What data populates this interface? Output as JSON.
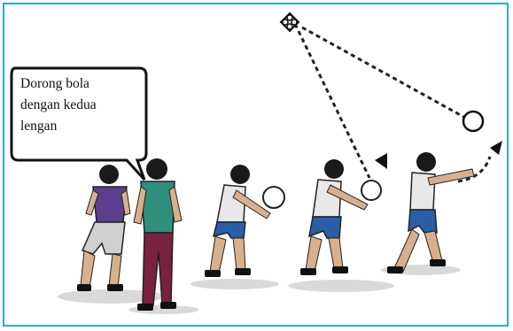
{
  "callout": {
    "lines": [
      "Dorong bola",
      "dengan kedua",
      "lengan"
    ]
  },
  "colors": {
    "frame_border": "#2aa8e0",
    "shirt_purple": "#5b3f8c",
    "shirt_teal": "#2f8f7c",
    "pants_maroon": "#7a2040",
    "shorts_blue": "#2a5fa8",
    "tank_white": "#e8e8e8"
  },
  "icons": {
    "ball": "volleyball-icon",
    "target": "diamond-target-icon",
    "arrow": "direction-arrow-icon"
  }
}
